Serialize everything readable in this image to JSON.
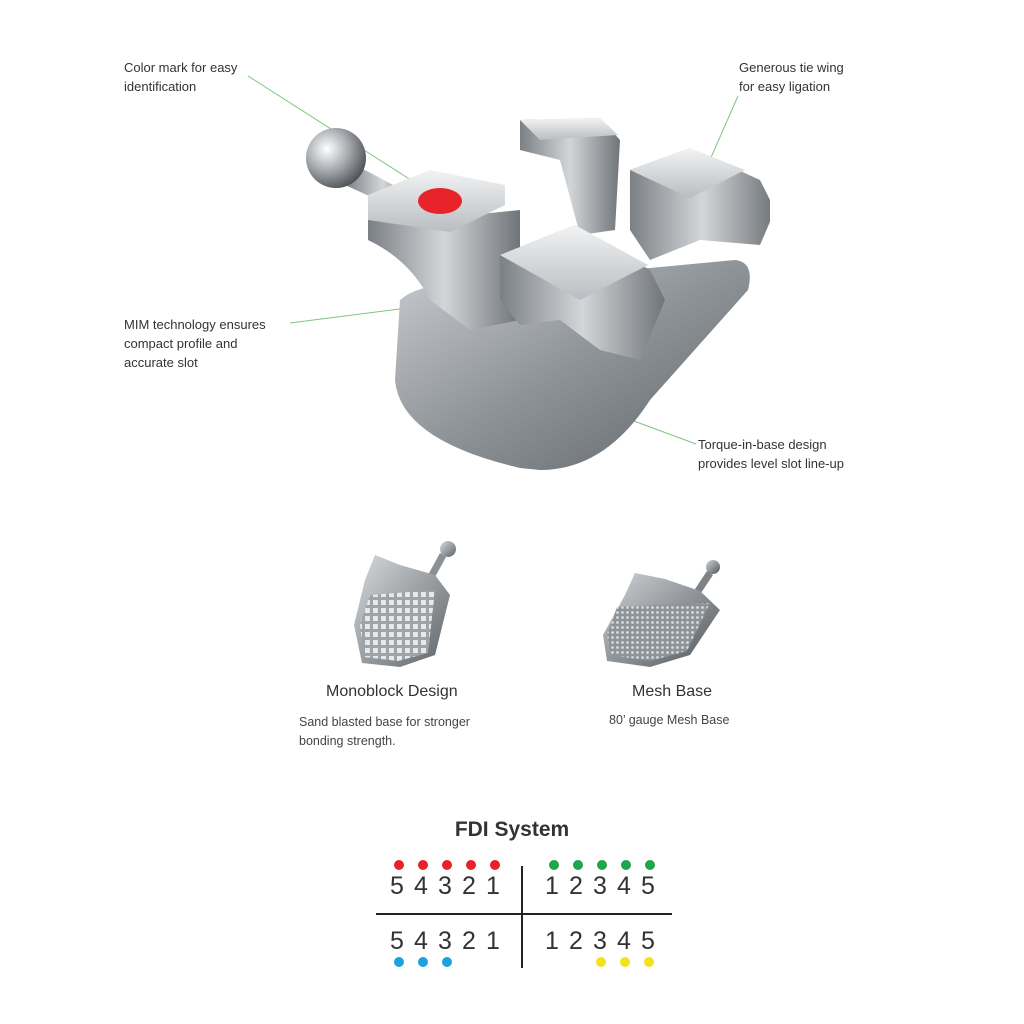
{
  "callouts": {
    "color_mark": [
      "Color mark for easy",
      "identification"
    ],
    "tie_wing": [
      "Generous tie wing",
      "for easy ligation"
    ],
    "mim": [
      "MIM technology ensures",
      "compact profile and",
      "accurate slot"
    ],
    "torque": [
      "Torque-in-base design",
      "provides level slot line-up"
    ]
  },
  "variants": [
    {
      "title": "Monoblock Design",
      "desc": [
        "Sand blasted base  for stronger",
        "bonding strength."
      ]
    },
    {
      "title": "Mesh Base",
      "desc": [
        "80’ gauge Mesh Base"
      ]
    }
  ],
  "fdi": {
    "title": "FDI System",
    "upper_left": [
      "5",
      "4",
      "3",
      "2",
      "1"
    ],
    "upper_right": [
      "1",
      "2",
      "3",
      "4",
      "5"
    ],
    "lower_left": [
      "5",
      "4",
      "3",
      "2",
      "1"
    ],
    "lower_right": [
      "1",
      "2",
      "3",
      "4",
      "5"
    ],
    "dot_colors": {
      "upper_left": "#e8232a",
      "upper_right": "#1fa64a",
      "lower_left": "#1aa3e0",
      "lower_right": "#f2e21a"
    }
  },
  "colors": {
    "leader_line": "#7cc77c",
    "color_mark": "#e8232a",
    "metal_light": "#e6e8ea",
    "metal_dark": "#6d7276"
  }
}
